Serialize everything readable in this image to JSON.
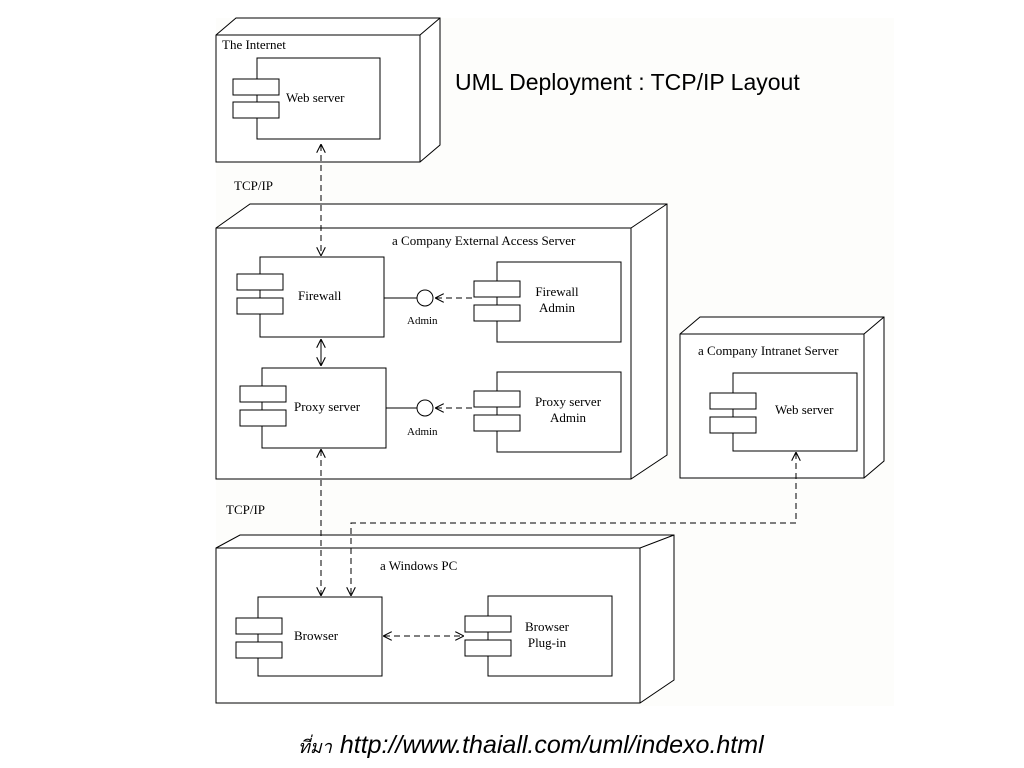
{
  "diagram": {
    "title": "UML Deployment : TCP/IP Layout",
    "nodes": {
      "internet": {
        "label": "The Internet"
      },
      "external_server": {
        "label": "a Company External Access Server"
      },
      "intranet_server": {
        "label": "a Company Intranet Server"
      },
      "windows_pc": {
        "label": "a Windows PC"
      }
    },
    "components": {
      "internet_web_server": "Web server",
      "firewall": "Firewall",
      "firewall_admin_line1": "Firewall",
      "firewall_admin_line2": "Admin",
      "proxy_server": "Proxy server",
      "proxy_admin_line1": "Proxy server",
      "proxy_admin_line2": "Admin",
      "intranet_web_server": "Web server",
      "browser": "Browser",
      "plugin_line1": "Browser",
      "plugin_line2": "Plug-in"
    },
    "interfaces": {
      "firewall_admin_iface": "Admin",
      "proxy_admin_iface": "Admin"
    },
    "connections": {
      "tcpip_top": "TCP/IP",
      "tcpip_bottom": "TCP/IP"
    }
  },
  "source": {
    "prefix": "ที่มา",
    "url": "http://www.thaiall.com/uml/indexo.html"
  }
}
